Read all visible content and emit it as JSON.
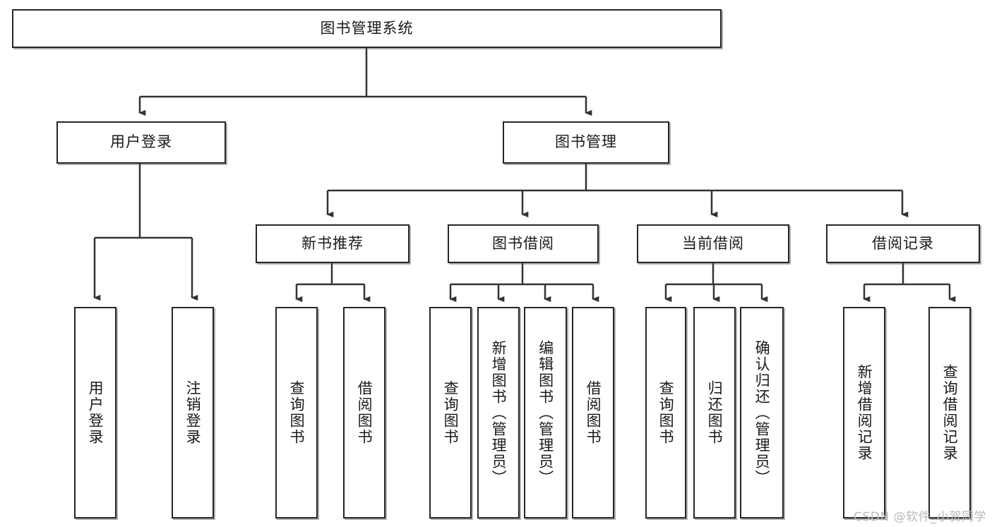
{
  "diagram": {
    "type": "tree-hierarchy",
    "title": "图书管理系统",
    "orientation": "top-down",
    "colors": {
      "background": "#ffffff",
      "box_border": "#262626",
      "box_fill": "#ffffff",
      "connector": "#333333",
      "watermark": "#b9b9b9"
    },
    "root": {
      "label": "图书管理系统",
      "text_direction": "horizontal"
    },
    "level2": [
      {
        "label": "用户登录",
        "text_direction": "horizontal"
      },
      {
        "label": "图书管理",
        "text_direction": "horizontal"
      }
    ],
    "level3": [
      {
        "label": "新书推荐",
        "text_direction": "horizontal",
        "parent": "图书管理"
      },
      {
        "label": "图书借阅",
        "text_direction": "horizontal",
        "parent": "图书管理"
      },
      {
        "label": "当前借阅",
        "text_direction": "horizontal",
        "parent": "图书管理"
      },
      {
        "label": "借阅记录",
        "text_direction": "horizontal",
        "parent": "图书管理"
      }
    ],
    "leaves": {
      "user_login": [
        {
          "label": "用户登录",
          "text_direction": "vertical"
        },
        {
          "label": "注销登录",
          "text_direction": "vertical"
        }
      ],
      "new_book_recommend": [
        {
          "label": "查询图书",
          "text_direction": "vertical"
        },
        {
          "label": "借阅图书",
          "text_direction": "vertical"
        }
      ],
      "book_borrow": [
        {
          "label": "查询图书",
          "text_direction": "vertical"
        },
        {
          "label": "新增图书（管理员）",
          "text_direction": "vertical"
        },
        {
          "label": "编辑图书（管理员）",
          "text_direction": "vertical"
        },
        {
          "label": "借阅图书",
          "text_direction": "vertical"
        }
      ],
      "current_borrow": [
        {
          "label": "查询图书",
          "text_direction": "vertical"
        },
        {
          "label": "归还图书",
          "text_direction": "vertical"
        },
        {
          "label": "确认归还（管理员）",
          "text_direction": "vertical"
        }
      ],
      "borrow_record": [
        {
          "label": "新增借阅记录",
          "text_direction": "vertical"
        },
        {
          "label": "查询借阅记录",
          "text_direction": "vertical"
        }
      ]
    },
    "watermark": "CSDN @软件_小贺同学"
  }
}
